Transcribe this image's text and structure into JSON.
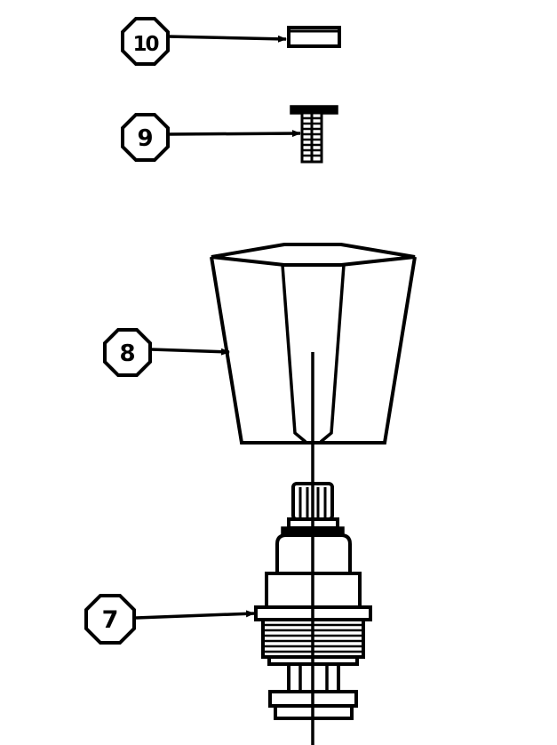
{
  "diagram": {
    "callouts": [
      {
        "id": "10",
        "label": "10",
        "part": "cap"
      },
      {
        "id": "9",
        "label": "9",
        "part": "screw"
      },
      {
        "id": "8",
        "label": "8",
        "part": "handle"
      },
      {
        "id": "7",
        "label": "7",
        "part": "cartridge"
      }
    ],
    "colors": {
      "stroke": "#000000",
      "background": "#ffffff"
    }
  }
}
